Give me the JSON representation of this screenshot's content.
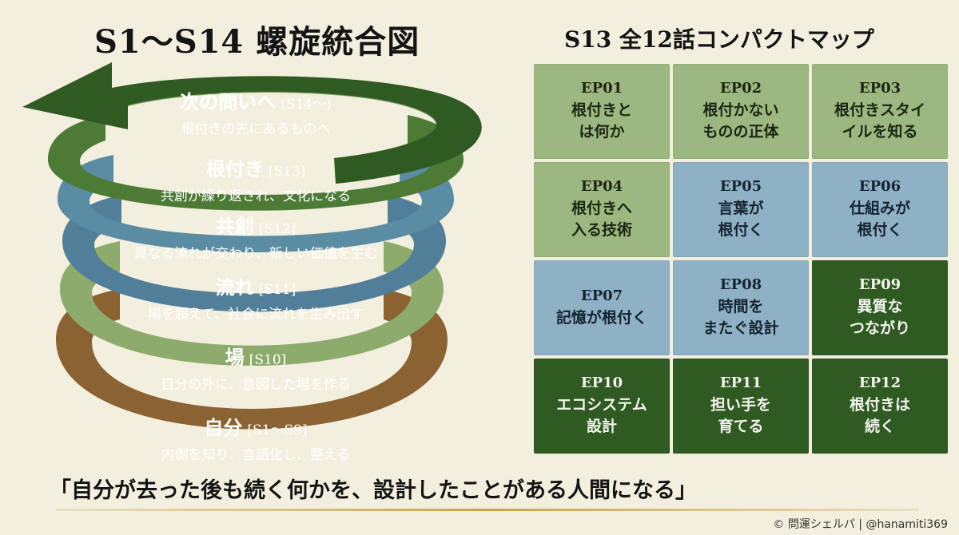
{
  "left_title": "S1〜S14 螺旋統合図",
  "right_title": "S13 全12話コンパクトマップ",
  "spiral": {
    "bands": [
      {
        "title": "次の問いへ",
        "tag": "(S14〜)",
        "desc": "根付きの先にあるものへ",
        "color": "#2f5a22"
      },
      {
        "title": "根付き",
        "tag": "[S13]",
        "desc": "共創が繰り返され、文化になる",
        "color": "#4d7a35"
      },
      {
        "title": "共創",
        "tag": "[S12]",
        "desc": "異なる流れが交わり、新しい価値を生む",
        "color": "#5a8ca4"
      },
      {
        "title": "流れ",
        "tag": "[S11]",
        "desc": "場を超えて、社会に流れを生み出す",
        "color": "#517f9a"
      },
      {
        "title": "場",
        "tag": "[S10]",
        "desc": "自分の外に、意図した場を作る",
        "color": "#8cab6c"
      },
      {
        "title": "自分",
        "tag": "[S1〜S9]",
        "desc": "内側を知り、言語化し、整える",
        "color": "#8b6333"
      }
    ]
  },
  "episodes": [
    {
      "ep": "EP01",
      "title": "根付きと\nは何か",
      "color": "light"
    },
    {
      "ep": "EP02",
      "title": "根付かない\nものの正体",
      "color": "light"
    },
    {
      "ep": "EP03",
      "title": "根付きスタイ\nイルを知る",
      "color": "light"
    },
    {
      "ep": "EP04",
      "title": "根付きへ\n入る技術",
      "color": "light"
    },
    {
      "ep": "EP05",
      "title": "言葉が\n根付く",
      "color": "blue"
    },
    {
      "ep": "EP06",
      "title": "仕組みが\n根付く",
      "color": "blue"
    },
    {
      "ep": "EP07",
      "title": "記憶が根付く",
      "color": "blue"
    },
    {
      "ep": "EP08",
      "title": "時間を\nまたぐ設計",
      "color": "blue"
    },
    {
      "ep": "EP09",
      "title": "異質な\nつながり",
      "color": "dark"
    },
    {
      "ep": "EP10",
      "title": "エコシステム\n設計",
      "color": "dark"
    },
    {
      "ep": "EP11",
      "title": "担い手を\n育てる",
      "color": "dark"
    },
    {
      "ep": "EP12",
      "title": "根付きは\n続く",
      "color": "dark"
    }
  ],
  "quote": "「自分が去った後も続く何かを、設計したことがある人間になる」",
  "credit": "© 問運シェルパ | @hanamiti369"
}
